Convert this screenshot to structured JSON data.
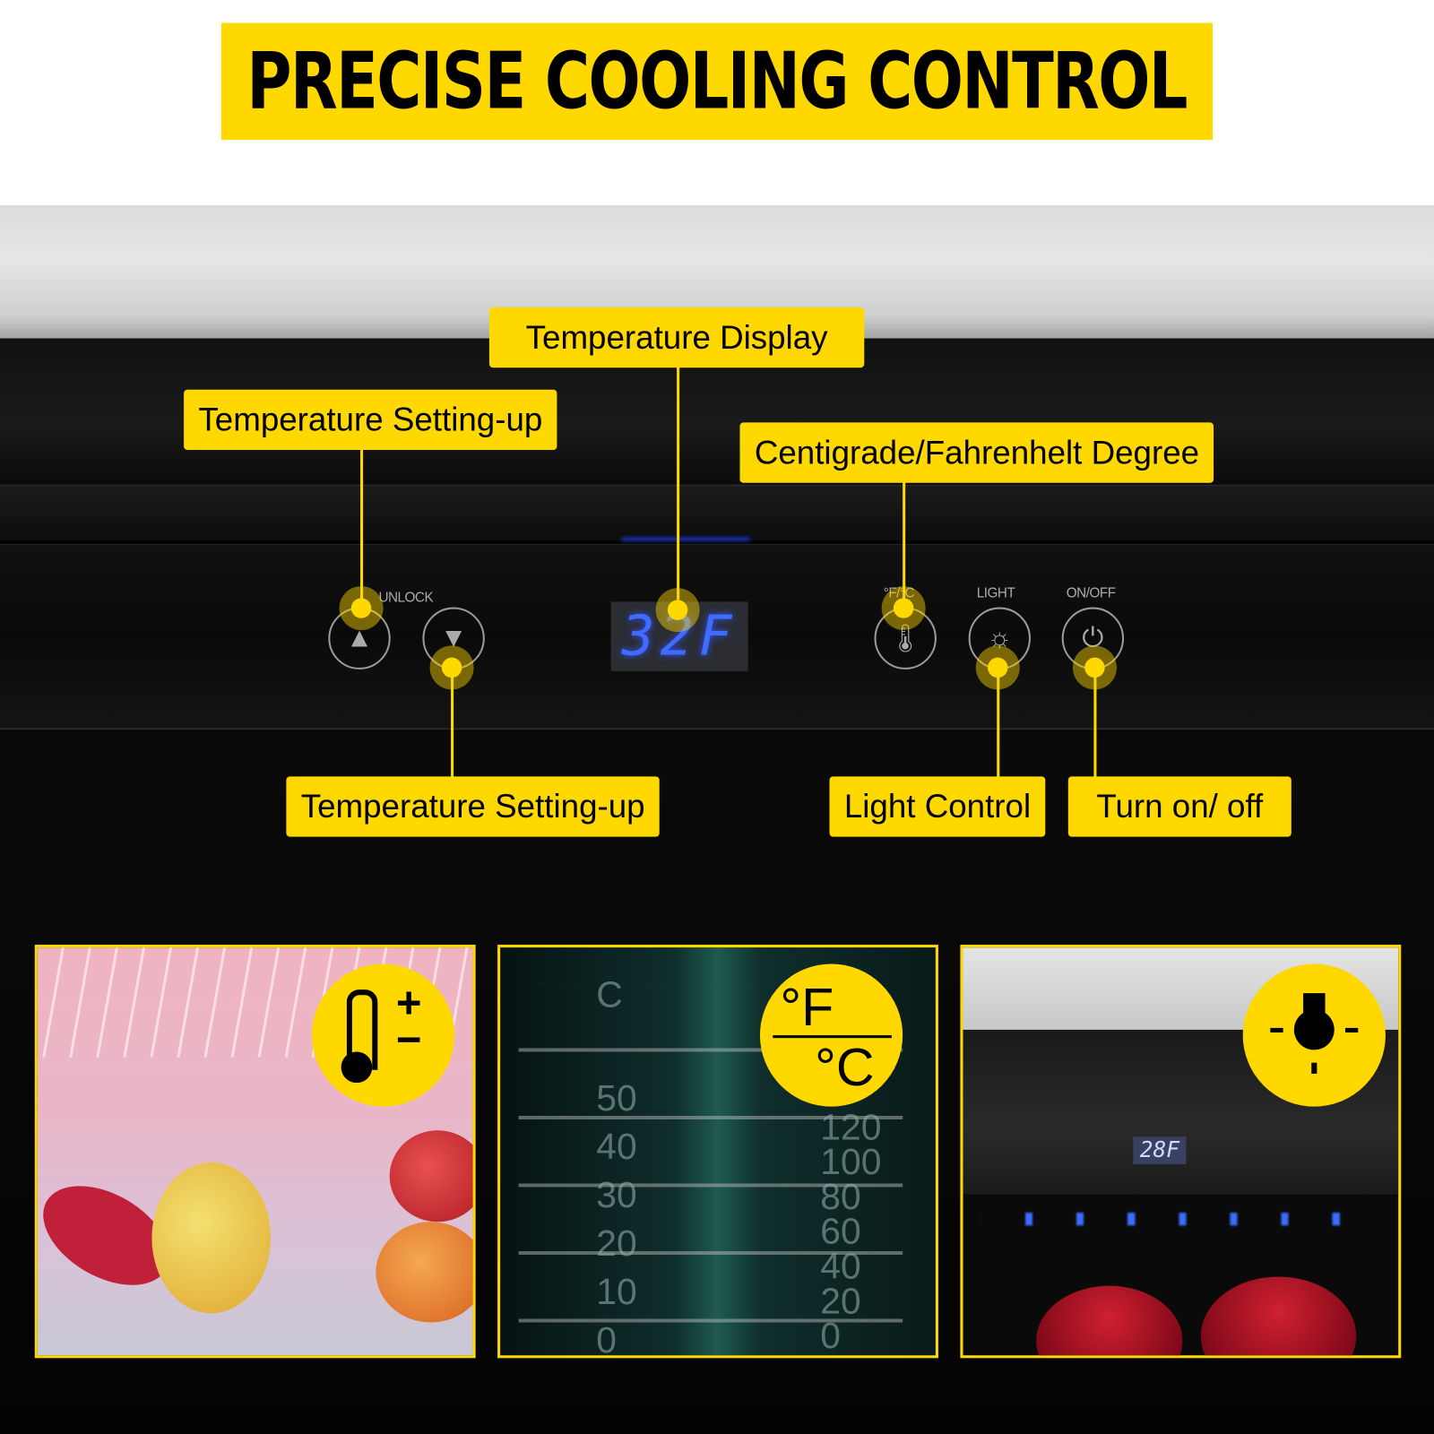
{
  "title": "PRECISE COOLING CONTROL",
  "panel": {
    "unlock_label": "UNLOCK",
    "unit_toggle_label": "°F/°C",
    "light_label": "LIGHT",
    "onoff_label": "ON/OFF",
    "display_reading": "32F"
  },
  "callouts": {
    "temp_up": "Temperature Setting-up",
    "temp_display": "Temperature Display",
    "unit_degree": "Centigrade/Fahrenhelt Degree",
    "temp_down": "Temperature Setting-up",
    "light_control": "Light Control",
    "turn_on_off": "Turn on/ off"
  },
  "tiles": {
    "thermo_plus": "+",
    "thermo_minus": "−",
    "unit_f": "°F",
    "unit_c": "°C",
    "scale_c": [
      "C",
      "50",
      "40",
      "30",
      "20",
      "10",
      "0"
    ],
    "scale_f": [
      "120",
      "100",
      "80",
      "60",
      "40",
      "20",
      "0"
    ],
    "mini_display": "28F"
  },
  "colors": {
    "accent": "#FFD800",
    "display_blue": "#3f6bff"
  }
}
